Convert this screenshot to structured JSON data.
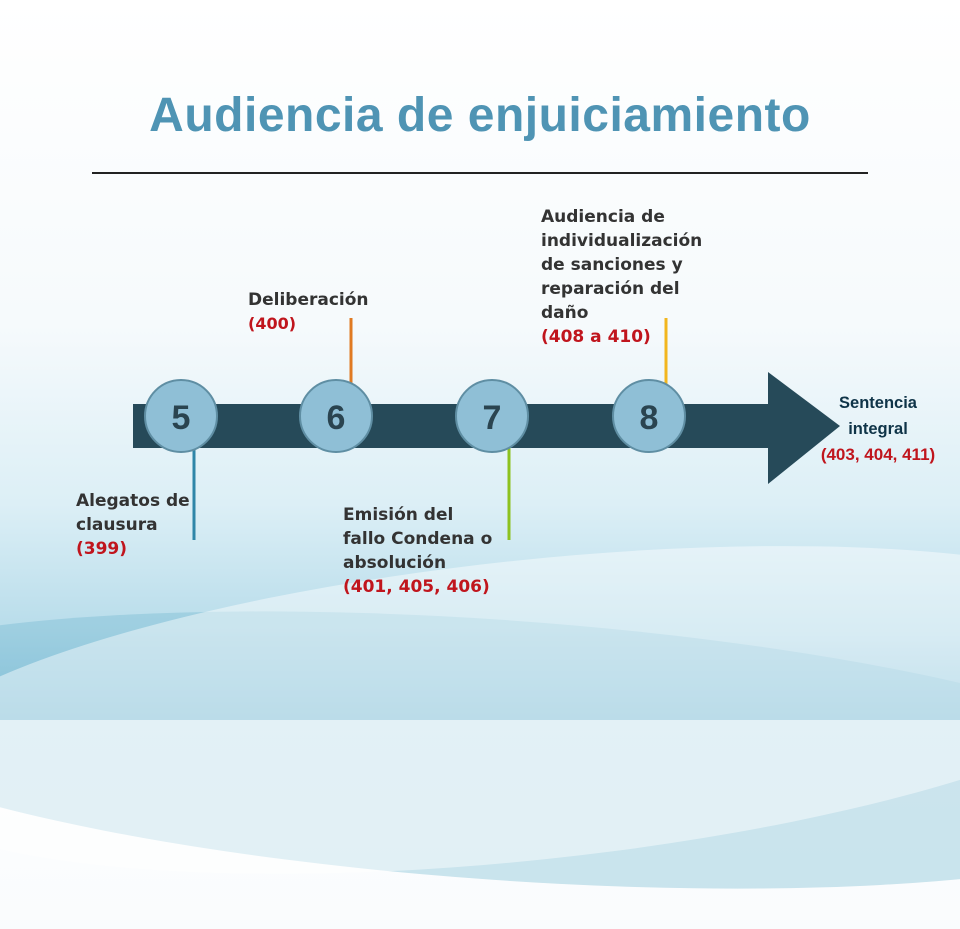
{
  "title": "Audiencia de enjuiciamiento",
  "steps": [
    {
      "number": "5",
      "label_lines": [
        "Alegatos de",
        "clausura"
      ],
      "articles": "(399)",
      "connector_color": "#2f86a8"
    },
    {
      "number": "6",
      "label_lines": [
        "Deliberación"
      ],
      "articles": "(400)",
      "connector_color": "#e07a22"
    },
    {
      "number": "7",
      "label_lines": [
        "Emisión del",
        "fallo Condena o",
        "absolución"
      ],
      "articles": "(401, 405, 406)",
      "connector_color": "#8dc21f"
    },
    {
      "number": "8",
      "label_lines": [
        "Audiencia de",
        "individualización",
        "de sanciones y",
        "reparación del",
        "daño"
      ],
      "articles": "(408 a 410)",
      "connector_color": "#f2b61e"
    }
  ],
  "final": {
    "label_lines": [
      "Sentencia",
      "integral"
    ],
    "articles": "(403, 404, 411)"
  },
  "colors": {
    "title": "#4f94b4",
    "arrow": "#264a59",
    "circle": "#8fbfd6",
    "articles": "#c0151d"
  }
}
